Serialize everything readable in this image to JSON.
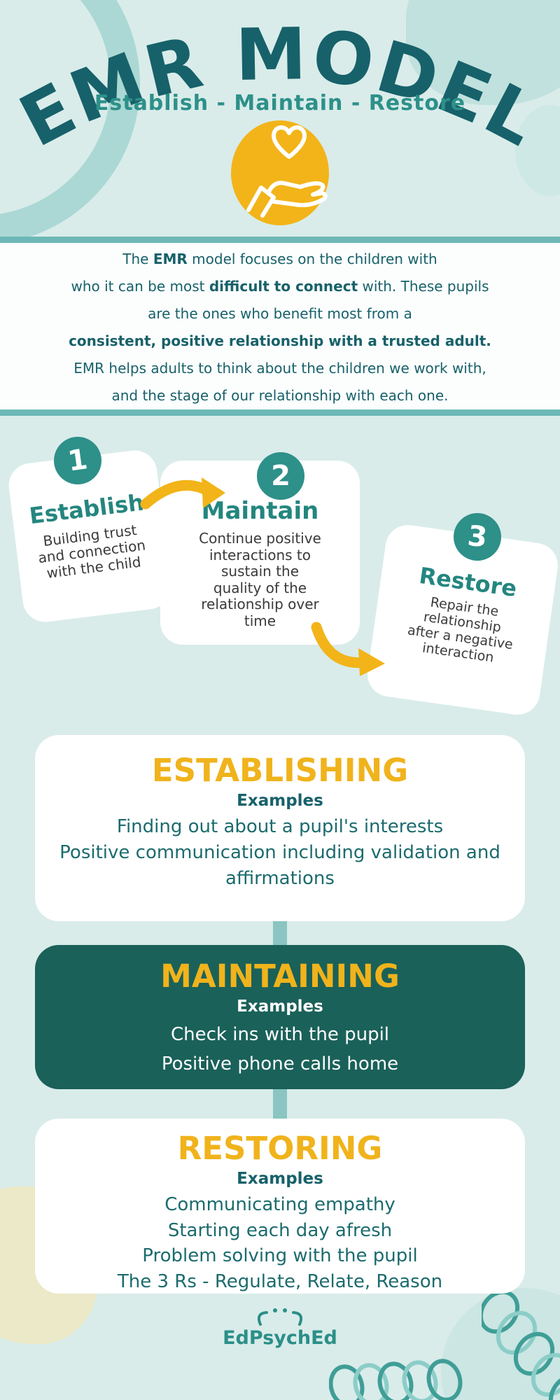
{
  "colors": {
    "background": "#d9ecea",
    "dark_teal": "#17616a",
    "teal": "#2d9089",
    "yellow": "#f2b418",
    "maintaining_card": "#1a6159",
    "step_body_text": "#3a3a3a"
  },
  "header": {
    "title": "EMR MODEL",
    "subtitle": "Establish - Maintain - Restore",
    "icon": "hand-holding-heart-icon"
  },
  "intro": {
    "l1a": "The ",
    "l1b": "EMR",
    "l1c": " model focuses on the children with",
    "l2a": "who it can be most ",
    "l2b": "difficult to connect",
    "l2c": " with. These pupils",
    "l3": "are the ones who benefit most from a",
    "l4": "consistent, positive relationship with a trusted adult.",
    "l5": "EMR helps adults to think about the children we work with,",
    "l6": "and the stage of our relationship with each one."
  },
  "steps": [
    {
      "number": "1",
      "title": "Establish",
      "description": "Building trust\nand connection\nwith the child"
    },
    {
      "number": "2",
      "title": "Maintain",
      "description": "Continue positive\ninteractions to\nsustain the\nquality of the\nrelationship over\ntime"
    },
    {
      "number": "3",
      "title": "Restore",
      "description": "Repair the\nrelationship\nafter a negative\ninteraction"
    }
  ],
  "sections": [
    {
      "title": "ESTABLISHING",
      "examples_label": "Examples",
      "items": [
        "Finding out about a pupil's interests",
        "Positive communication including validation and affirmations"
      ]
    },
    {
      "title": "MAINTAINING",
      "examples_label": "Examples",
      "items": [
        "Check ins with the pupil",
        "Positive phone calls home"
      ]
    },
    {
      "title": "RESTORING",
      "examples_label": "Examples",
      "items": [
        "Communicating empathy",
        "Starting each day afresh",
        "Problem solving with the pupil",
        "The 3 Rs - Regulate, Relate, Reason"
      ]
    }
  ],
  "footer": {
    "brand": "EdPsychEd"
  }
}
